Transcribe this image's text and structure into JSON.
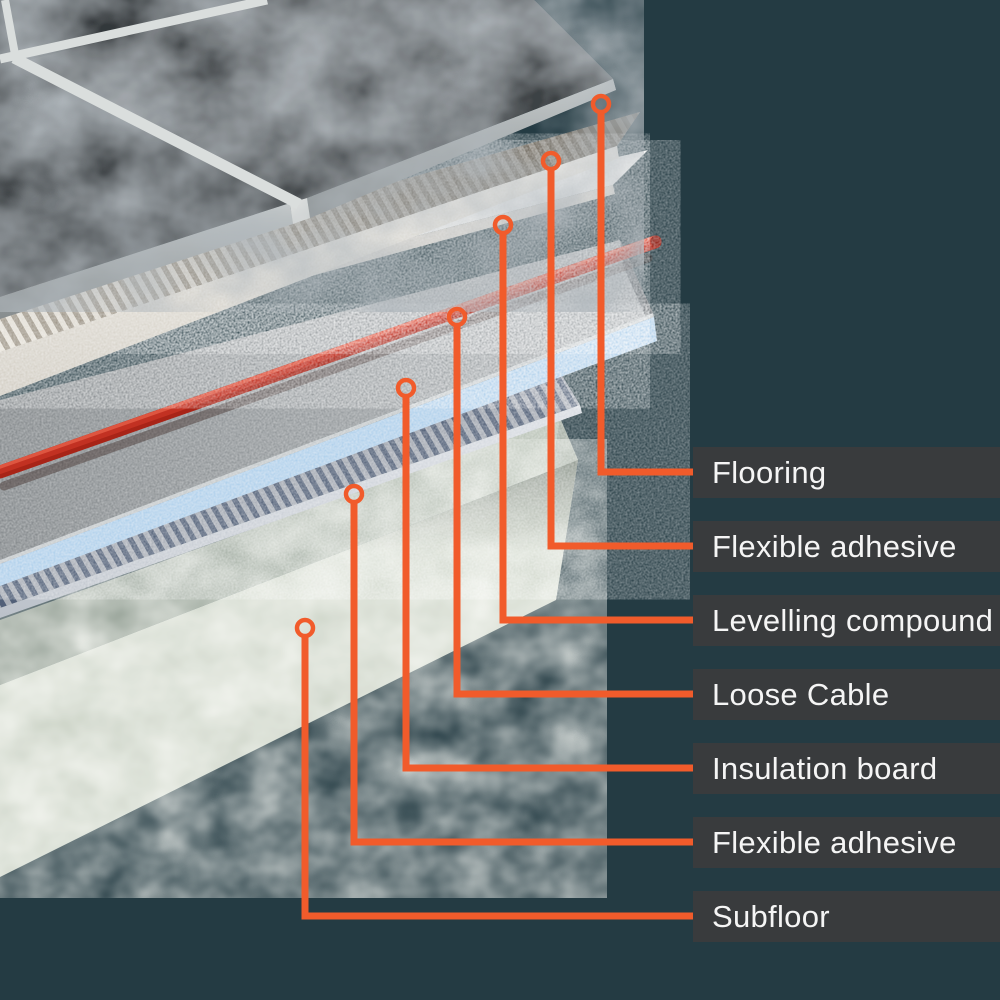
{
  "diagram": {
    "title": "floor-heating-layer-buildup",
    "layers": [
      {
        "label": "Flooring"
      },
      {
        "label": "Flexible adhesive"
      },
      {
        "label": "Levelling compound"
      },
      {
        "label": "Loose Cable"
      },
      {
        "label": "Insulation board"
      },
      {
        "label": "Flexible adhesive"
      },
      {
        "label": "Subfloor"
      }
    ],
    "colors": {
      "background": "#243b43",
      "accent_orange": "#f15b2b",
      "label_box": "#393b3d",
      "label_text": "#f5f5f5",
      "tile_dark": "#383d40",
      "grout": "#dadedd",
      "adhesive_ridge": "#e9e5dc",
      "levelling_sheet": "#ececea",
      "cable_red": "#b62b1d",
      "insulation_gray": "#8f9497",
      "insulation_foam_blue": "#a9cdea",
      "lower_adhesive_ridge": "#c4c8ce",
      "subfloor_concrete": "#dfe3da"
    }
  }
}
